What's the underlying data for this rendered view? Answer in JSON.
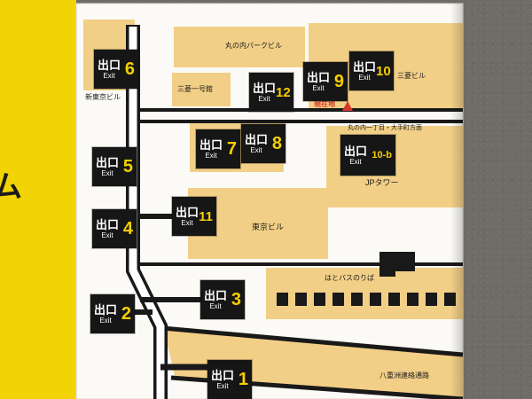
{
  "colors": {
    "wall": "#6e6c66",
    "frame_yellow": "#f2d303",
    "map_white": "#fbfaf6",
    "building_tan": "#f2cf86",
    "line_black": "#191919",
    "exit_number_yellow": "#f6cf00",
    "marker_red": "#d9342b"
  },
  "frame": {
    "side_char": "ム"
  },
  "sign": {
    "deguchi": "出口",
    "exit": "Exit"
  },
  "exits": [
    {
      "number": "6"
    },
    {
      "number": "12"
    },
    {
      "number": "9"
    },
    {
      "number": "10"
    },
    {
      "number": "10-b"
    },
    {
      "number": "7"
    },
    {
      "number": "8"
    },
    {
      "number": "5"
    },
    {
      "number": "11"
    },
    {
      "number": "4"
    },
    {
      "number": "3"
    },
    {
      "number": "2"
    },
    {
      "number": "1"
    }
  ],
  "labels": {
    "marunouchi_park": "丸の内パークビル",
    "mitsubishi_bldg": "三菱ビル",
    "shin_tokyo_bldg": "新東京ビル",
    "mitsubishi_ichigokan": "三菱一号館",
    "genzaichi": "現在地",
    "direction": "丸の内一丁目・大手町方面",
    "jp_tower": "JPタワー",
    "tokyo_bldg": "東京ビル",
    "hato_bus": "はとバスのりば",
    "yaesu": "八重洲連絡通路"
  }
}
